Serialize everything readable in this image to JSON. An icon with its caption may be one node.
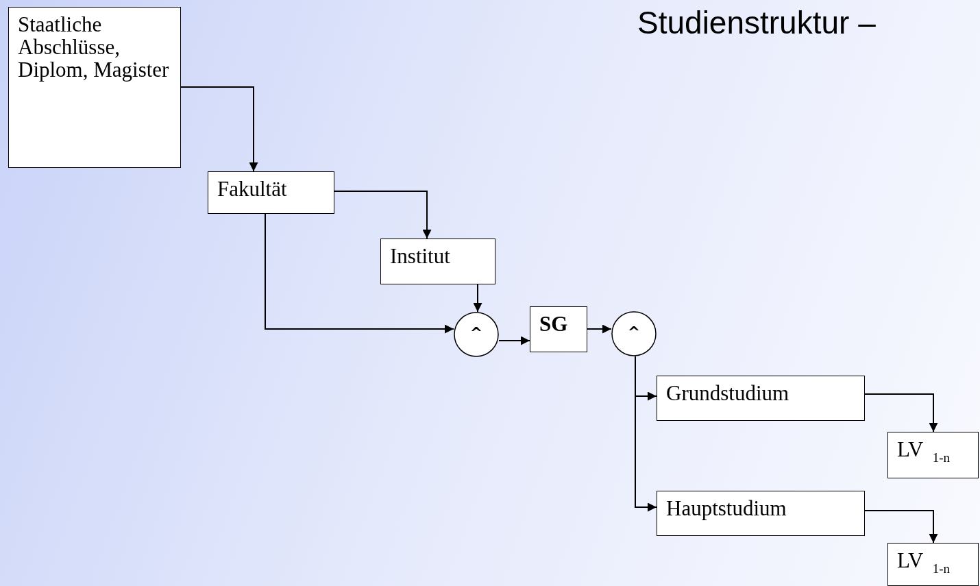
{
  "diagram": {
    "title": "Studienstruktur –",
    "nodes": [
      {
        "text": [
          "Staatliche Abschlüsse, Diplom, Magister"
        ]
      },
      {
        "text": [
          "Fakultät"
        ]
      },
      {
        "text": [
          "Institut"
        ]
      },
      {
        "text": [
          "^"
        ]
      },
      {
        "text": [
          "SG"
        ]
      },
      {
        "text": [
          "^"
        ]
      },
      {
        "text": [
          "Grundstudium"
        ]
      },
      {
        "text": [
          "LV $_{1-n}$"
        ]
      },
      {
        "text": [
          "Hauptstudium"
        ]
      },
      {
        "text": [
          "LV $_{1-n}$"
        ]
      }
    ],
    "edges": [
      {
        "from": 0,
        "to": 1,
        "arrow": "to"
      },
      {
        "from": 1,
        "to": 2,
        "arrow": "to"
      },
      {
        "from": 1,
        "to": 3,
        "arrow": "to"
      },
      {
        "from": 2,
        "to": 3,
        "arrow": "to"
      },
      {
        "from": 3,
        "to": 4,
        "arrow": "to"
      },
      {
        "from": 4,
        "to": 5,
        "arrow": "to"
      },
      {
        "from": 5,
        "to": 6,
        "arrow": "to"
      },
      {
        "from": 5,
        "to": 8,
        "arrow": "to"
      },
      {
        "from": 6,
        "to": 7,
        "arrow": "to"
      },
      {
        "from": 8,
        "to": 9,
        "arrow": "to"
      }
    ]
  }
}
